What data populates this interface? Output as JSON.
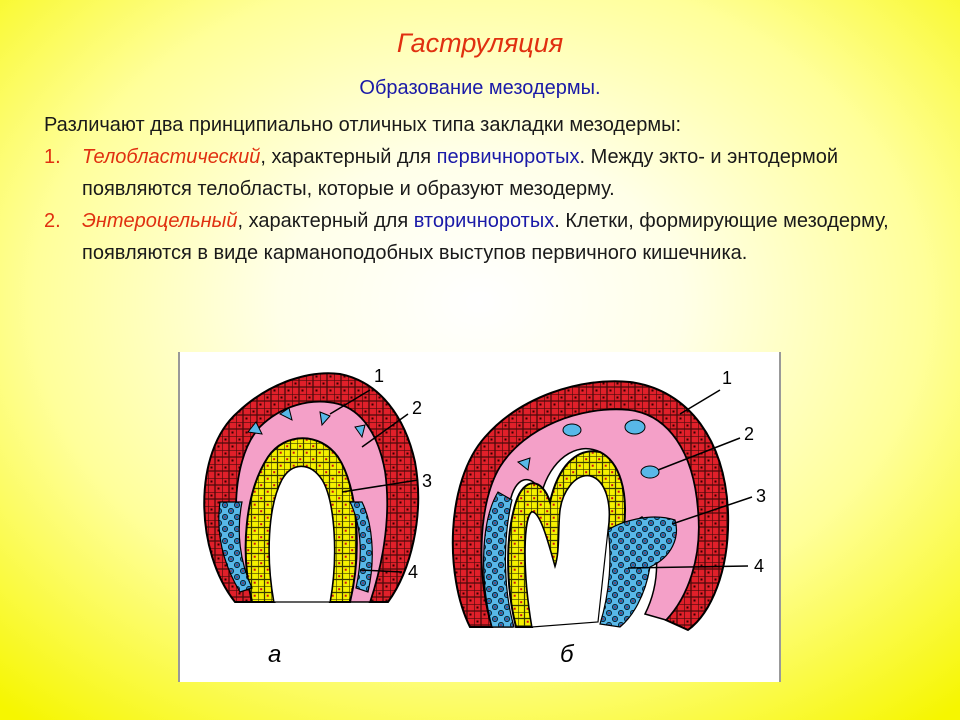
{
  "slide": {
    "title": "Гаструляция",
    "subtitle": "Образование мезодермы.",
    "intro": "Различают два принципиально отличных типа закладки мезодермы:"
  },
  "list": [
    {
      "number": "1.",
      "term": "Телобластический",
      "text_before_group": ", характерный для ",
      "group": "первичноротых",
      "text_after_group": ". Между экто- и энтодермой появляются телобласты, которые и образуют мезодерму."
    },
    {
      "number": "2.",
      "term": "Энтероцельный",
      "text_before_group": ", характерный для ",
      "group": "вторичноротых",
      "text_after_group": ". Клетки, формирующие мезодерму, появляются в виде карманоподобных выступов первичного кишечника."
    }
  ],
  "figure": {
    "panels": [
      {
        "caption": "а",
        "labels": [
          "1",
          "2",
          "3",
          "4"
        ]
      },
      {
        "caption": "б",
        "labels": [
          "1",
          "2",
          "3",
          "4"
        ]
      }
    ]
  },
  "colors": {
    "title_red": "#e03010",
    "subtitle_blue": "#1a1aa8",
    "ectoderm_red": "#e0202a",
    "blastocoel_pink": "#f4a0c8",
    "endoderm_yellow": "#f4f000",
    "mesoderm_blue": "#58b8e8"
  }
}
